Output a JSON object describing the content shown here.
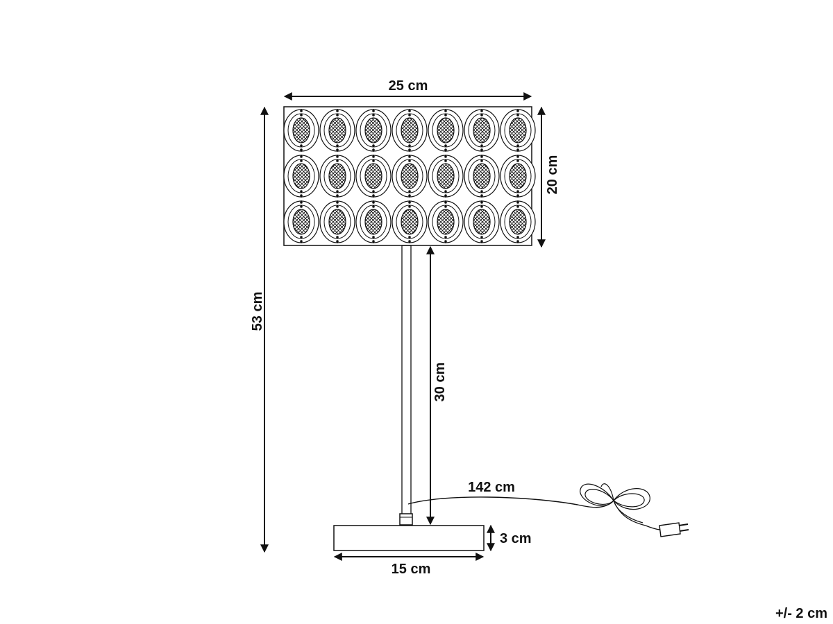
{
  "dimensions": {
    "shade_width": "25 cm",
    "shade_height": "20 cm",
    "total_height": "53 cm",
    "stem_height": "30 cm",
    "cable_length": "142 cm",
    "base_height": "3 cm",
    "base_width": "15 cm"
  },
  "tolerance": "+/- 2 cm",
  "colors": {
    "ink": "#111111",
    "background": "#ffffff"
  }
}
